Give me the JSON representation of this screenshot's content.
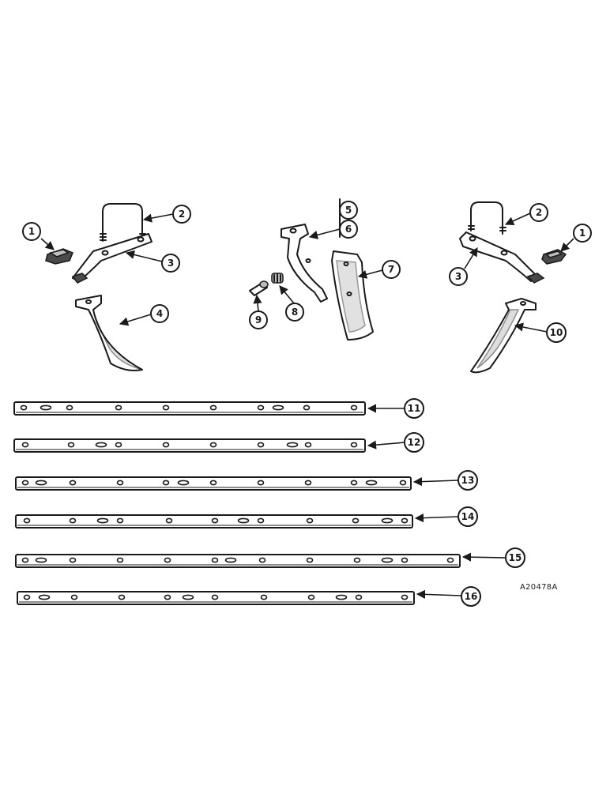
{
  "callouts": {
    "c1a": "1",
    "c2a": "2",
    "c3a": "3",
    "c4": "4",
    "c5": "5",
    "c6": "6",
    "c7": "7",
    "c8": "8",
    "c9": "9",
    "c2b": "2",
    "c1b": "1",
    "c3b": "3",
    "c10": "10",
    "c11": "11",
    "c12": "12",
    "c13": "13",
    "c14": "14",
    "c15": "15",
    "c16": "16"
  },
  "reference_code": "A20478A"
}
